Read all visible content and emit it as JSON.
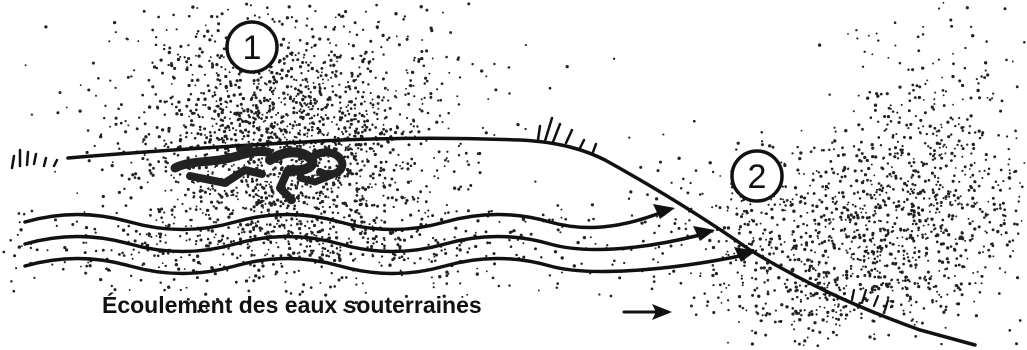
{
  "diagram": {
    "caption": "Écoulement des eaux souterraines",
    "markers": [
      {
        "label": "1"
      },
      {
        "label": "2"
      }
    ],
    "colors": {
      "ink": "#111111",
      "background": "#ffffff"
    }
  }
}
